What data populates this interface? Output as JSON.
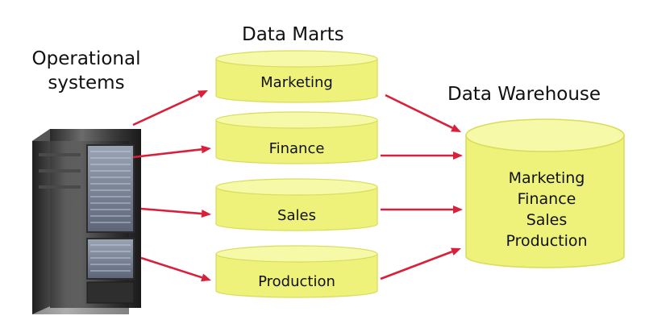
{
  "operational_systems": {
    "line1": "Operational",
    "line2": "systems"
  },
  "data_marts": {
    "title": "Data Marts",
    "items": [
      {
        "label": "Marketing"
      },
      {
        "label": "Finance"
      },
      {
        "label": "Sales"
      },
      {
        "label": "Production"
      }
    ]
  },
  "data_warehouse": {
    "title": "Data Warehouse",
    "contents": [
      "Marketing",
      "Finance",
      "Sales",
      "Production"
    ]
  },
  "colors": {
    "cylinder_fill": "#eef27a",
    "cylinder_top": "#f6f9a8",
    "cylinder_stroke": "#d8dc5a",
    "arrow": "#d8203a"
  }
}
